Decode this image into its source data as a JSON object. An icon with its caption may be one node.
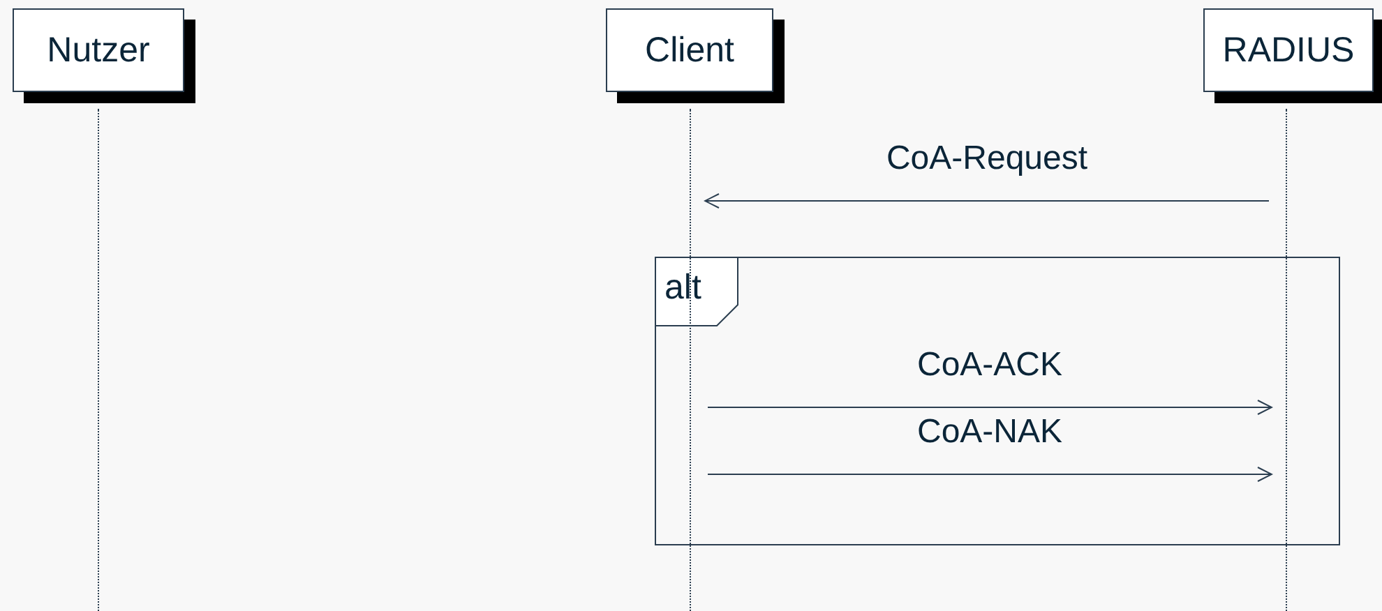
{
  "diagram": {
    "nodes": [
      {
        "text": [
          "Nutzer"
        ]
      },
      {
        "text": [
          "Client"
        ]
      },
      {
        "text": [
          "RADIUS"
        ]
      },
      {
        "text": [],
        "shape": "line"
      },
      {
        "text": [],
        "shape": "line"
      },
      {
        "text": [],
        "shape": "line"
      }
    ],
    "edges": [
      {
        "from": 5,
        "to": 4,
        "label": "CoA-Request",
        "arrow": "to"
      },
      {
        "from": 4,
        "to": 5,
        "label": "CoA-ACK",
        "arrow": "to"
      },
      {
        "from": 4,
        "to": 5,
        "label": "CoA-NAK",
        "arrow": "to"
      }
    ],
    "labels": [
      "alt"
    ]
  }
}
